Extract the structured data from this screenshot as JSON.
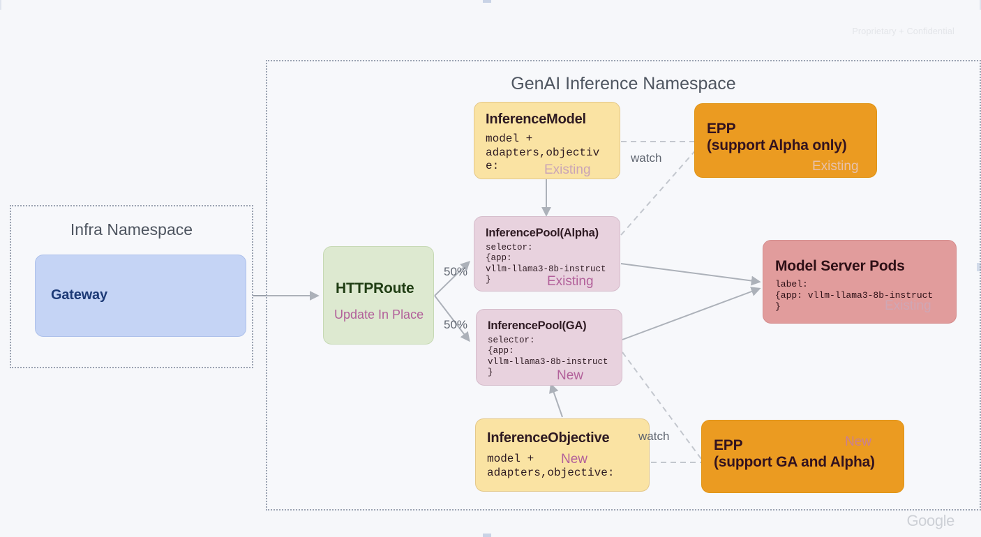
{
  "slide": {
    "confidential_note": "Proprietary + Confidential",
    "brand": "Google"
  },
  "namespaces": [
    {
      "id": "infra",
      "title": "Infra Namespace"
    },
    {
      "id": "genai",
      "title": "GenAI Inference Namespace"
    }
  ],
  "nodes": {
    "gateway": {
      "title": "Gateway",
      "body": "",
      "badge": ""
    },
    "httproute": {
      "title": "HTTPRoute",
      "body": "",
      "badge": "Update In Place"
    },
    "inference_model": {
      "title": "InferenceModel",
      "body": "model +\nadapters,objectiv\ne:",
      "badge": "Existing"
    },
    "inference_pool_alpha": {
      "title": "InferencePool(Alpha)",
      "body": "selector:\n{app:\nvllm-llama3-8b-instruct\n}",
      "badge": "Existing"
    },
    "inference_pool_ga": {
      "title": "InferencePool(GA)",
      "body": "selector:\n{app:\nvllm-llama3-8b-instruct\n}",
      "badge": "New"
    },
    "inference_objective": {
      "title": "InferenceObjective",
      "body": "model +\nadapters,objective:",
      "badge": "New"
    },
    "epp_alpha": {
      "title": "EPP\n(support Alpha only)",
      "body": "",
      "badge": "Existing"
    },
    "epp_ga": {
      "title": "EPP\n(support GA and Alpha)",
      "body": "",
      "badge": "New"
    },
    "model_server_pods": {
      "title": "Model Server Pods",
      "body": "label:\n{app: vllm-llama3-8b-instruct\n}",
      "badge": "Existing"
    }
  },
  "edges": [
    {
      "id": "gateway-to-httproute",
      "label": ""
    },
    {
      "id": "httproute-to-pool-alpha",
      "label": "50%"
    },
    {
      "id": "httproute-to-pool-ga",
      "label": "50%"
    },
    {
      "id": "model-to-pool-alpha",
      "label": ""
    },
    {
      "id": "objective-to-pool-ga",
      "label": ""
    },
    {
      "id": "model-watch-epp-alpha",
      "label": "watch"
    },
    {
      "id": "objective-watch-epp-ga",
      "label": "watch"
    },
    {
      "id": "pool-alpha-to-epp-alpha",
      "label": ""
    },
    {
      "id": "pool-ga-to-epp-ga",
      "label": ""
    },
    {
      "id": "pool-alpha-to-pods",
      "label": ""
    },
    {
      "id": "pool-ga-to-pods",
      "label": ""
    }
  ],
  "colors": {
    "background": "#f6f7fa",
    "gateway": "#c5d4f5",
    "httproute": "#dde9d0",
    "yellow": "#fae3a3",
    "pink": "#e8d2de",
    "salmon": "#e19c9c",
    "orange": "#eb9b21",
    "badge_new": "#b2609a",
    "connector": "#9aa0aa"
  }
}
